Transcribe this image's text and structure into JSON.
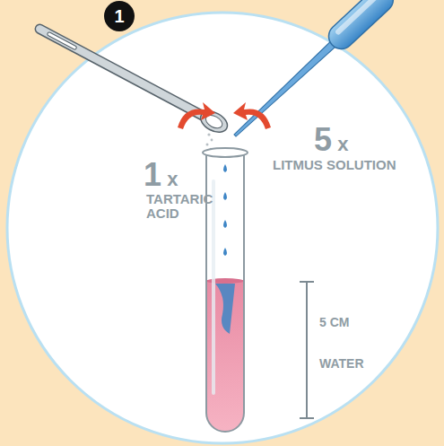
{
  "diagram": {
    "nodes": [
      {
        "text": [
          "1"
        ]
      }
    ],
    "labels": [
      "1 x",
      "TARTARIC ACID",
      "5 x",
      "LITMUS SOLUTION",
      "5 CM",
      "WATER"
    ]
  }
}
